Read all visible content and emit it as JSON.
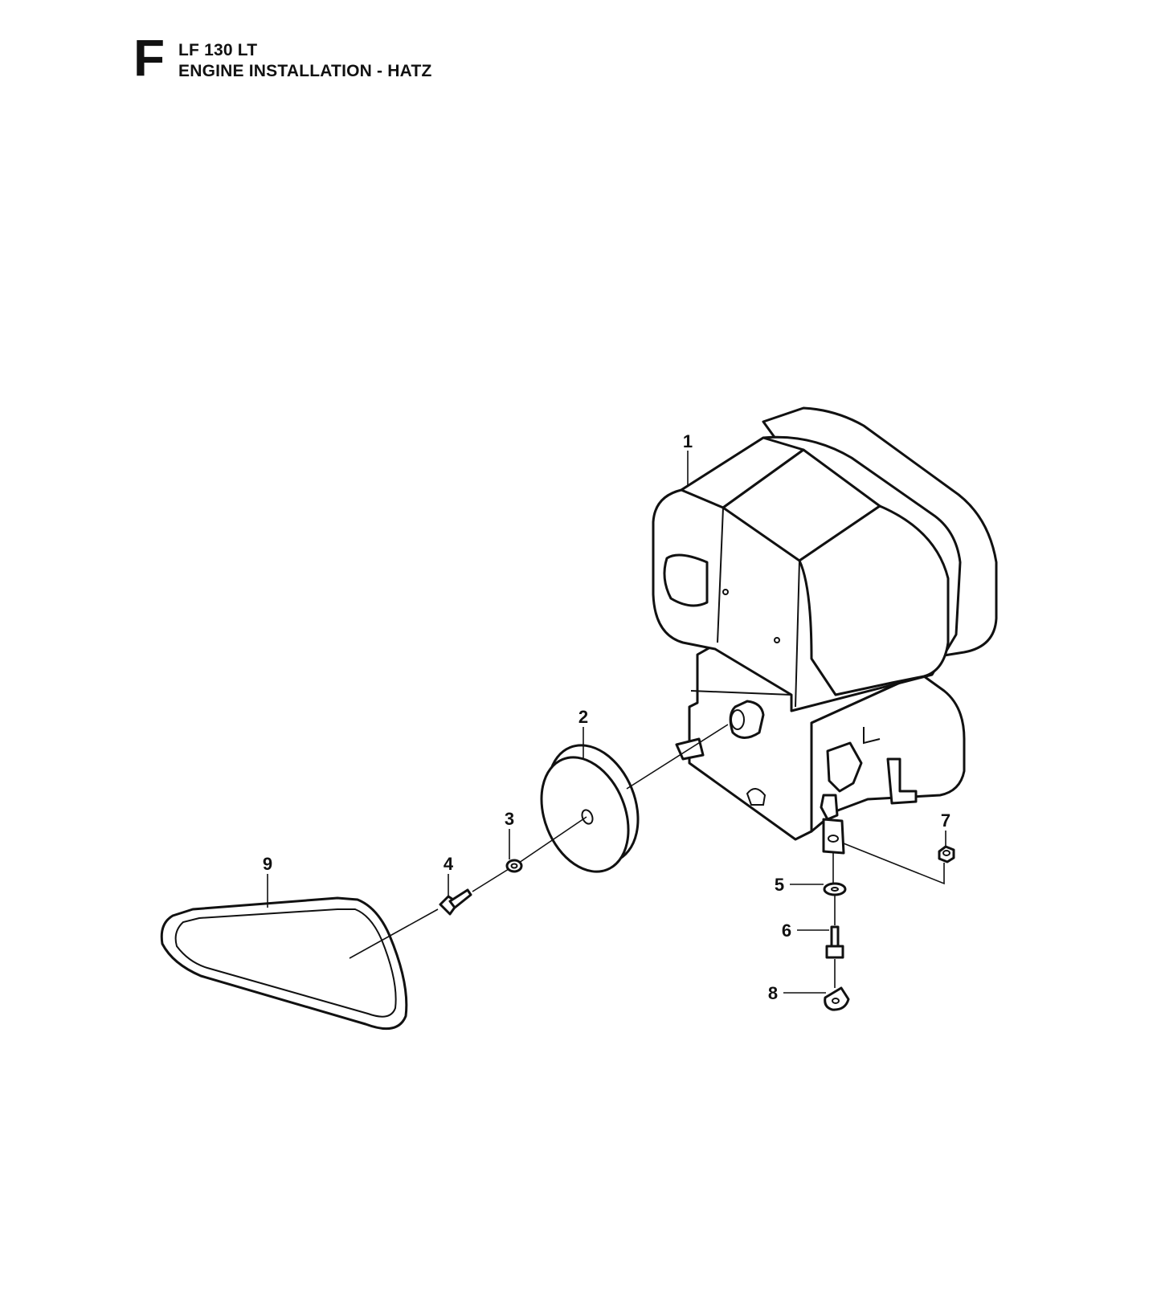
{
  "header": {
    "section_letter": "F",
    "model": "LF 130 LT",
    "title": "ENGINE INSTALLATION - HATZ"
  },
  "callouts": [
    {
      "id": "1",
      "part": "engine"
    },
    {
      "id": "2",
      "part": "pulley"
    },
    {
      "id": "3",
      "part": "washer"
    },
    {
      "id": "4",
      "part": "bolt"
    },
    {
      "id": "5",
      "part": "washer"
    },
    {
      "id": "6",
      "part": "screw"
    },
    {
      "id": "7",
      "part": "nut"
    },
    {
      "id": "8",
      "part": "lock-washer"
    },
    {
      "id": "9",
      "part": "v-belt"
    }
  ]
}
